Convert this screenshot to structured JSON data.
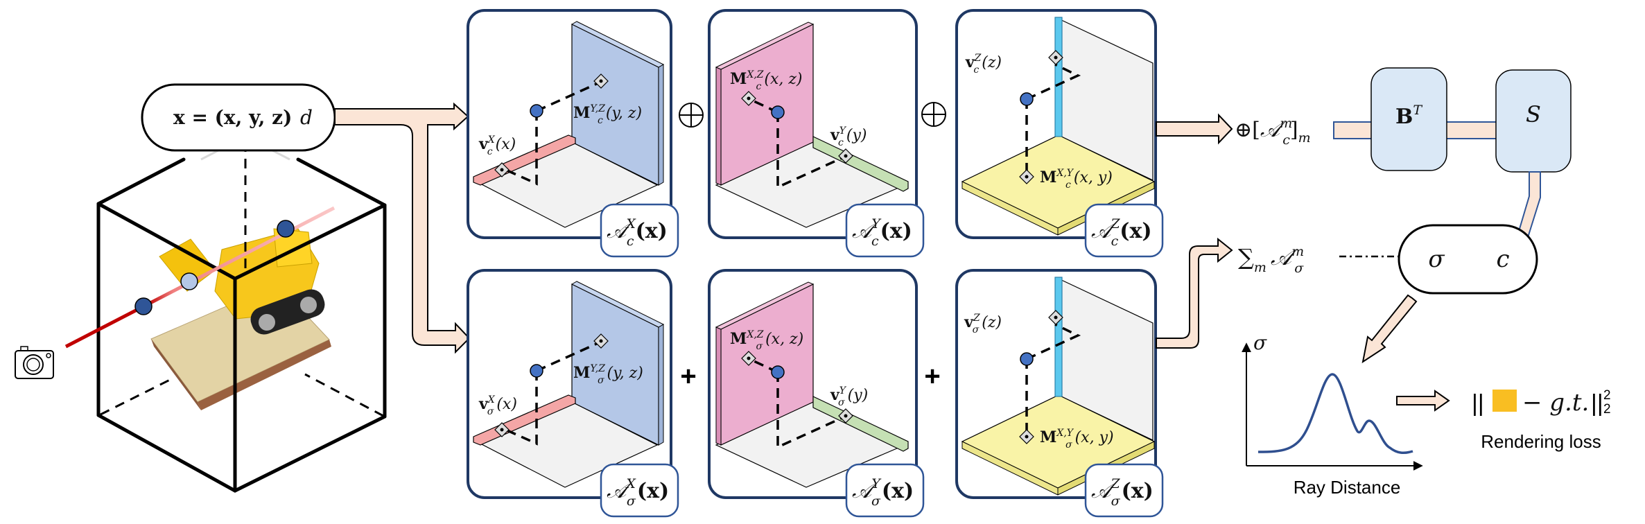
{
  "figure": {
    "input": {
      "position_label": "x = (x, y, z)",
      "direction_label": "d",
      "camera_icon": "camera-icon"
    },
    "rows": [
      {
        "id": "color",
        "combine_symbols": [
          "⊕",
          "⊕"
        ],
        "panels": [
          {
            "axis": "X",
            "vector_label": {
              "base": "v",
              "sub": "c",
              "sup": "X",
              "arg": "(x)"
            },
            "matrix_label": {
              "base": "M",
              "sub": "c",
              "sup": "Y,Z",
              "arg": "(y, z)"
            },
            "output_label": {
              "base": "𝒜",
              "sub": "c",
              "sup": "X",
              "arg": "(x)"
            },
            "plane_color": "#b4c7e7",
            "line_color": "#f4a6a6"
          },
          {
            "axis": "Y",
            "vector_label": {
              "base": "v",
              "sub": "c",
              "sup": "Y",
              "arg": "(y)"
            },
            "matrix_label": {
              "base": "M",
              "sub": "c",
              "sup": "X,Z",
              "arg": "(x, z)"
            },
            "output_label": {
              "base": "𝒜",
              "sub": "c",
              "sup": "Y",
              "arg": "(x)"
            },
            "plane_color": "#ecaecf",
            "line_color": "#c5e0b4"
          },
          {
            "axis": "Z",
            "vector_label": {
              "base": "v",
              "sub": "c",
              "sup": "Z",
              "arg": "(z)"
            },
            "matrix_label": {
              "base": "M",
              "sub": "c",
              "sup": "X,Y",
              "arg": "(x, y)"
            },
            "output_label": {
              "base": "𝒜",
              "sub": "c",
              "sup": "Z",
              "arg": "(x)"
            },
            "plane_color": "#f9f3a7",
            "line_color": "#5bc8ee"
          }
        ],
        "aggregate_label": {
          "prefix": "⊕[",
          "base": "𝒜",
          "sub": "c",
          "sup": "m",
          "suffix": "]",
          "suffix_sub": "m"
        }
      },
      {
        "id": "density",
        "combine_symbols": [
          "+",
          "+"
        ],
        "panels": [
          {
            "axis": "X",
            "vector_label": {
              "base": "v",
              "sub": "σ",
              "sup": "X",
              "arg": "(x)"
            },
            "matrix_label": {
              "base": "M",
              "sub": "σ",
              "sup": "Y,Z",
              "arg": "(y, z)"
            },
            "output_label": {
              "base": "𝒜",
              "sub": "σ",
              "sup": "X",
              "arg": "(x)"
            },
            "plane_color": "#b4c7e7",
            "line_color": "#f4a6a6"
          },
          {
            "axis": "Y",
            "vector_label": {
              "base": "v",
              "sub": "σ",
              "sup": "Y",
              "arg": "(y)"
            },
            "matrix_label": {
              "base": "M",
              "sub": "σ",
              "sup": "X,Z",
              "arg": "(x, z)"
            },
            "output_label": {
              "base": "𝒜",
              "sub": "σ",
              "sup": "Y",
              "arg": "(x)"
            },
            "plane_color": "#ecaecf",
            "line_color": "#c5e0b4"
          },
          {
            "axis": "Z",
            "vector_label": {
              "base": "v",
              "sub": "σ",
              "sup": "Z",
              "arg": "(z)"
            },
            "matrix_label": {
              "base": "M",
              "sub": "σ",
              "sup": "X,Y",
              "arg": "(x, y)"
            },
            "output_label": {
              "base": "𝒜",
              "sub": "σ",
              "sup": "Z",
              "arg": "(x)"
            },
            "plane_color": "#f9f3a7",
            "line_color": "#5bc8ee"
          }
        ],
        "aggregate_label": {
          "prefix": "∑",
          "prefix_sub": "m",
          "base": "𝒜",
          "sub": "σ",
          "sup": "m"
        }
      }
    ],
    "decoder": {
      "basis_block": {
        "base": "B",
        "sup": "T"
      },
      "shading_block": "S"
    },
    "outputs": {
      "sigma": "σ",
      "color": "c"
    },
    "density_plot": {
      "y_axis_label": "σ",
      "x_axis_label": "Ray Distance"
    },
    "loss": {
      "norm_open": "||",
      "minus_term": "− g.t.",
      "norm_close": "||",
      "sub": "2",
      "sup": "2",
      "pixel_color": "#f9be22",
      "caption": "Rendering loss"
    },
    "colors": {
      "panel_border": "#1f3864",
      "label_border": "#2f5597",
      "arrow_fill": "#fbe5d6",
      "block_fill": "#dae8f6",
      "sample_point": "#4472c4",
      "curve": "#2f4f8f",
      "ray_near": "#c00000",
      "ray_far": "#f8a8a8"
    }
  }
}
